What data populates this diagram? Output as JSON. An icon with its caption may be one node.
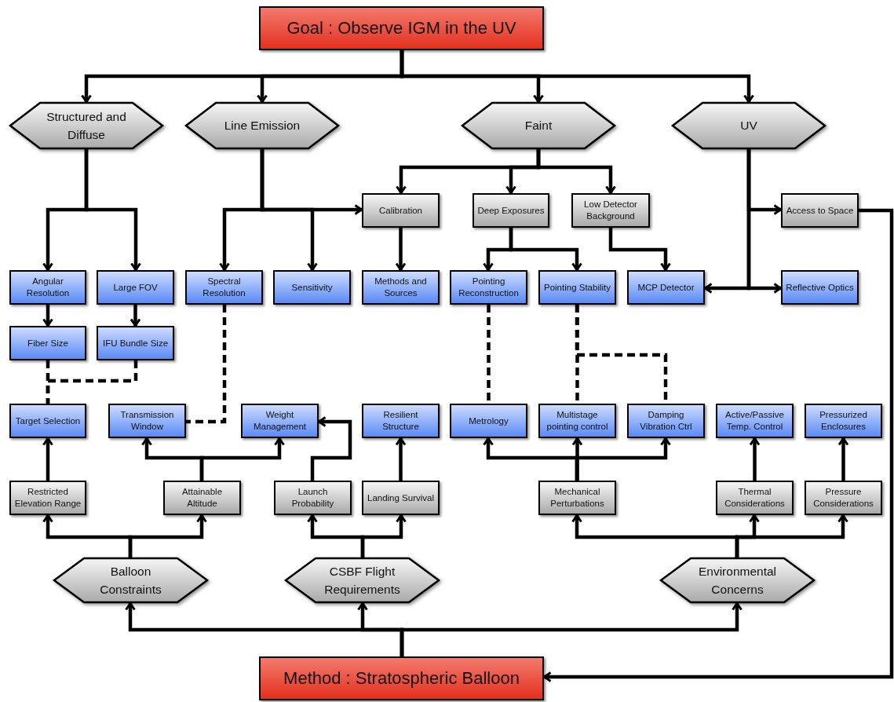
{
  "diagram": {
    "nodes": [
      {
        "text": [
          "Goal : Observe IGM in the UV"
        ]
      },
      {
        "text": [
          "Structured and Diffuse"
        ]
      },
      {
        "text": [
          "Line Emission"
        ]
      },
      {
        "text": [
          "Faint"
        ]
      },
      {
        "text": [
          "UV"
        ]
      },
      {
        "text": [
          "Calibration"
        ]
      },
      {
        "text": [
          "Deep Exposures"
        ]
      },
      {
        "text": [
          "Low Detector Background"
        ]
      },
      {
        "text": [
          "Access to Space"
        ]
      },
      {
        "text": [
          "Angular Resolution"
        ]
      },
      {
        "text": [
          "Large FOV"
        ]
      },
      {
        "text": [
          "Spectral Resolution"
        ]
      },
      {
        "text": [
          "Sensitivity"
        ]
      },
      {
        "text": [
          "Methods and Sources"
        ]
      },
      {
        "text": [
          "Pointing Reconstruction"
        ]
      },
      {
        "text": [
          "Pointing Stability"
        ]
      },
      {
        "text": [
          "MCP Detector"
        ]
      },
      {
        "text": [
          "Reflective Optics"
        ]
      },
      {
        "text": [
          "Fiber Size"
        ]
      },
      {
        "text": [
          "IFU Bundle Size"
        ]
      },
      {
        "text": [
          "Target Selection"
        ]
      },
      {
        "text": [
          "Transmission Window"
        ]
      },
      {
        "text": [
          "Weight Management"
        ]
      },
      {
        "text": [
          "Resilient Structure"
        ]
      },
      {
        "text": [
          "Metrology"
        ]
      },
      {
        "text": [
          "Multistage pointing control"
        ]
      },
      {
        "text": [
          "Damping Vibration Ctrl"
        ]
      },
      {
        "text": [
          "Active/Passive Temp. Control"
        ]
      },
      {
        "text": [
          "Pressurized Enclosures"
        ]
      },
      {
        "text": [
          "Restricted Elevation Range"
        ]
      },
      {
        "text": [
          "Attainable Altitude"
        ]
      },
      {
        "text": [
          "Launch Probability"
        ]
      },
      {
        "text": [
          "Landing Survival"
        ]
      },
      {
        "text": [
          "Mechanical Perturbations"
        ]
      },
      {
        "text": [
          "Thermal Considerations"
        ]
      },
      {
        "text": [
          "Pressure Considerations"
        ]
      },
      {
        "text": [
          "Balloon Constraints"
        ]
      },
      {
        "text": [
          "CSBF Flight Requirements"
        ]
      },
      {
        "text": [
          "Environmental Concerns"
        ]
      },
      {
        "text": [
          "Method : Stratospheric Balloon"
        ]
      }
    ],
    "edges": [
      {
        "from": 0,
        "to": 1,
        "arrow": "to"
      },
      {
        "from": 0,
        "to": 2,
        "arrow": "to"
      },
      {
        "from": 0,
        "to": 3,
        "arrow": "to"
      },
      {
        "from": 0,
        "to": 4,
        "arrow": "to"
      },
      {
        "from": 1,
        "to": 9,
        "arrow": "to"
      },
      {
        "from": 1,
        "to": 10,
        "arrow": "to"
      },
      {
        "from": 2,
        "to": 11,
        "arrow": "to"
      },
      {
        "from": 2,
        "to": 12,
        "arrow": "to"
      },
      {
        "from": 2,
        "to": 5,
        "arrow": "to"
      },
      {
        "from": 3,
        "to": 5,
        "arrow": "to"
      },
      {
        "from": 3,
        "to": 6,
        "arrow": "to"
      },
      {
        "from": 3,
        "to": 7,
        "arrow": "to"
      },
      {
        "from": 4,
        "to": 8,
        "arrow": "to"
      },
      {
        "from": 4,
        "to": 16,
        "arrow": "to"
      },
      {
        "from": 4,
        "to": 17,
        "arrow": "to"
      },
      {
        "from": 5,
        "to": 13,
        "arrow": "to"
      },
      {
        "from": 6,
        "to": 14,
        "arrow": "to"
      },
      {
        "from": 6,
        "to": 15,
        "arrow": "to"
      },
      {
        "from": 7,
        "to": 16,
        "arrow": "to"
      },
      {
        "from": 9,
        "to": 18,
        "arrow": "to"
      },
      {
        "from": 10,
        "to": 19,
        "arrow": "to"
      },
      {
        "from": 18,
        "to": 20,
        "arrow": "none",
        "style": "dashed"
      },
      {
        "from": 19,
        "to": 20,
        "arrow": "none",
        "style": "dashed"
      },
      {
        "from": 11,
        "to": 21,
        "arrow": "none",
        "style": "dashed"
      },
      {
        "from": 14,
        "to": 24,
        "arrow": "none",
        "style": "dashed"
      },
      {
        "from": 15,
        "to": 25,
        "arrow": "none",
        "style": "dashed"
      },
      {
        "from": 15,
        "to": 26,
        "arrow": "none",
        "style": "dashed"
      },
      {
        "from": 29,
        "to": 20,
        "arrow": "to"
      },
      {
        "from": 30,
        "to": 21,
        "arrow": "to"
      },
      {
        "from": 30,
        "to": 22,
        "arrow": "to"
      },
      {
        "from": 31,
        "to": 22,
        "arrow": "to"
      },
      {
        "from": 32,
        "to": 23,
        "arrow": "to"
      },
      {
        "from": 33,
        "to": 24,
        "arrow": "to"
      },
      {
        "from": 33,
        "to": 25,
        "arrow": "to"
      },
      {
        "from": 33,
        "to": 26,
        "arrow": "to"
      },
      {
        "from": 34,
        "to": 27,
        "arrow": "to"
      },
      {
        "from": 35,
        "to": 28,
        "arrow": "to"
      },
      {
        "from": 36,
        "to": 29,
        "arrow": "to"
      },
      {
        "from": 36,
        "to": 30,
        "arrow": "to"
      },
      {
        "from": 37,
        "to": 31,
        "arrow": "to"
      },
      {
        "from": 37,
        "to": 32,
        "arrow": "to"
      },
      {
        "from": 38,
        "to": 33,
        "arrow": "to"
      },
      {
        "from": 38,
        "to": 34,
        "arrow": "to"
      },
      {
        "from": 38,
        "to": 35,
        "arrow": "to"
      },
      {
        "from": 39,
        "to": 36,
        "arrow": "to"
      },
      {
        "from": 39,
        "to": 37,
        "arrow": "to"
      },
      {
        "from": 39,
        "to": 38,
        "arrow": "to"
      },
      {
        "from": 8,
        "to": 39,
        "arrow": "to"
      }
    ]
  }
}
